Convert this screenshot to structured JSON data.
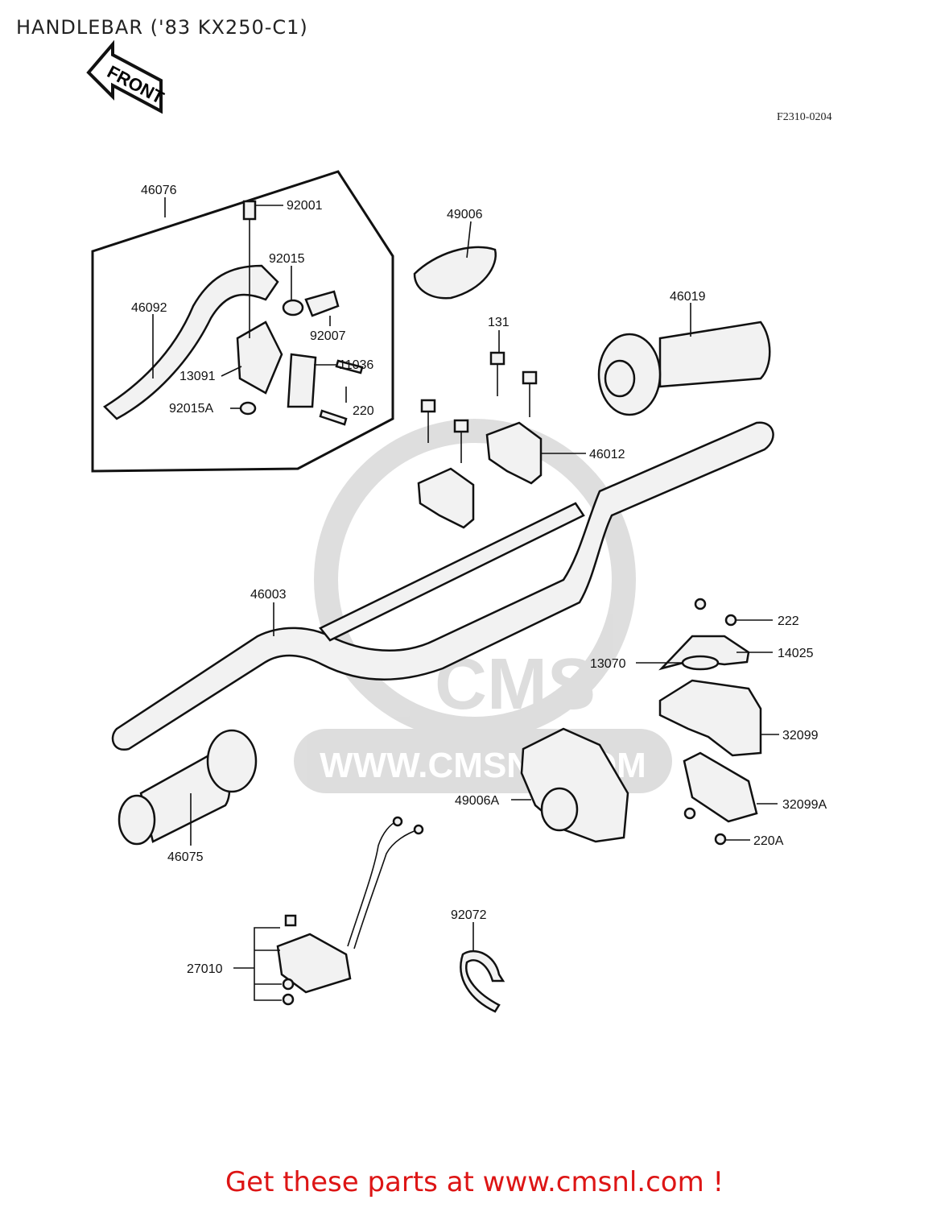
{
  "title": "HANDLEBAR ('83 KX250-C1)",
  "diagram_code": "F2310-0204",
  "front_label": "FRONT",
  "watermark": "WWW.CMSNL.COM",
  "watermark_logo": "CMS",
  "footer": "Get these parts at www.cmsnl.com !",
  "parts": {
    "p46076": "46076",
    "p92001": "92001",
    "p92015": "92015",
    "p46092": "46092",
    "p92007": "92007",
    "p11036": "11036",
    "p13091": "13091",
    "p220": "220",
    "p92015A": "92015A",
    "p49006": "49006",
    "p46019": "46019",
    "p131": "131",
    "p46012": "46012",
    "p46003": "46003",
    "p222": "222",
    "p14025": "14025",
    "p13070": "13070",
    "p32099": "32099",
    "p32099A": "32099A",
    "p49006A": "49006A",
    "p220A": "220A",
    "p46075": "46075",
    "p27010": "27010",
    "p92072": "92072"
  }
}
